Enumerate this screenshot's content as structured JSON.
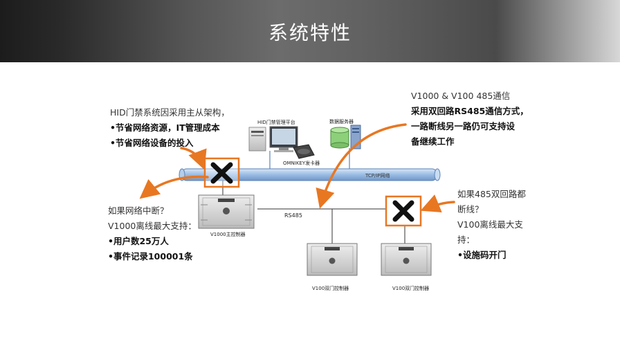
{
  "header": {
    "title": "系统特性"
  },
  "devices": {
    "workstation_label": "HID门禁管理平台",
    "server_label": "数据服务器",
    "reader_label": "OMNIKEY发卡器",
    "network_label": "TCP/IP网络",
    "rs485_label": "RS485",
    "v1000_label": "V1000主控制器",
    "v100_left_label": "V100双门控制器",
    "v100_right_label": "V100双门控制器"
  },
  "callouts": {
    "top_left": [
      "HID门禁系统因采用主从架构，",
      "•节省网络资源，IT管理成本",
      "•节省网络设备的投入"
    ],
    "top_right": [
      "V1000 & V100 485通信",
      "采用双回路RS485通信方式，",
      "一路断线另一路仍可支持设",
      "备继续工作"
    ],
    "bottom_left": [
      "如果网络中断？",
      "V1000离线最大支持：",
      "•用户数25万人",
      "•事件记录100001条"
    ],
    "bottom_right": [
      "如果485双回路都",
      "断线？",
      "V100离线最大支",
      "持：",
      "•设施码开门"
    ]
  },
  "colors": {
    "accent": "#e87722",
    "pipe": "#8fb4e0",
    "cross": "#111111"
  }
}
